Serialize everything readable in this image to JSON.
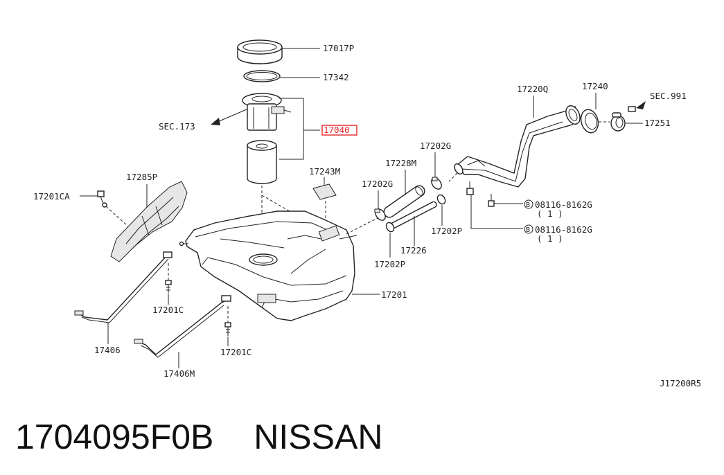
{
  "diagram": {
    "labels": {
      "p17017P": "17017P",
      "p17342": "17342",
      "p17040": "17040",
      "sec173": "SEC.173",
      "p17243M": "17243M",
      "p17285P": "17285P",
      "p17201CA": "17201CA",
      "p17228M": "17228M",
      "p17202G_a": "17202G",
      "p17202G_b": "17202G",
      "p17202P_a": "17202P",
      "p17202P_b": "17202P",
      "p17226": "17226",
      "p17201": "17201",
      "p17201C_a": "17201C",
      "p17201C_b": "17201C",
      "p17406": "17406",
      "p17406M": "17406M",
      "p17220Q": "17220Q",
      "p17240": "17240",
      "p17251": "17251",
      "sec991": "SEC.991",
      "bolt_a": "08116-8162G",
      "bolt_a_qty": "( 1 )",
      "bolt_b": "08116-8162G",
      "bolt_b_qty": "( 1 )",
      "bolt_symbol": "B",
      "ref_code": "J17200R5"
    },
    "highlight_color": "#e8262b"
  },
  "footer": {
    "part_number": "1704095F0B",
    "brand": "NISSAN"
  }
}
